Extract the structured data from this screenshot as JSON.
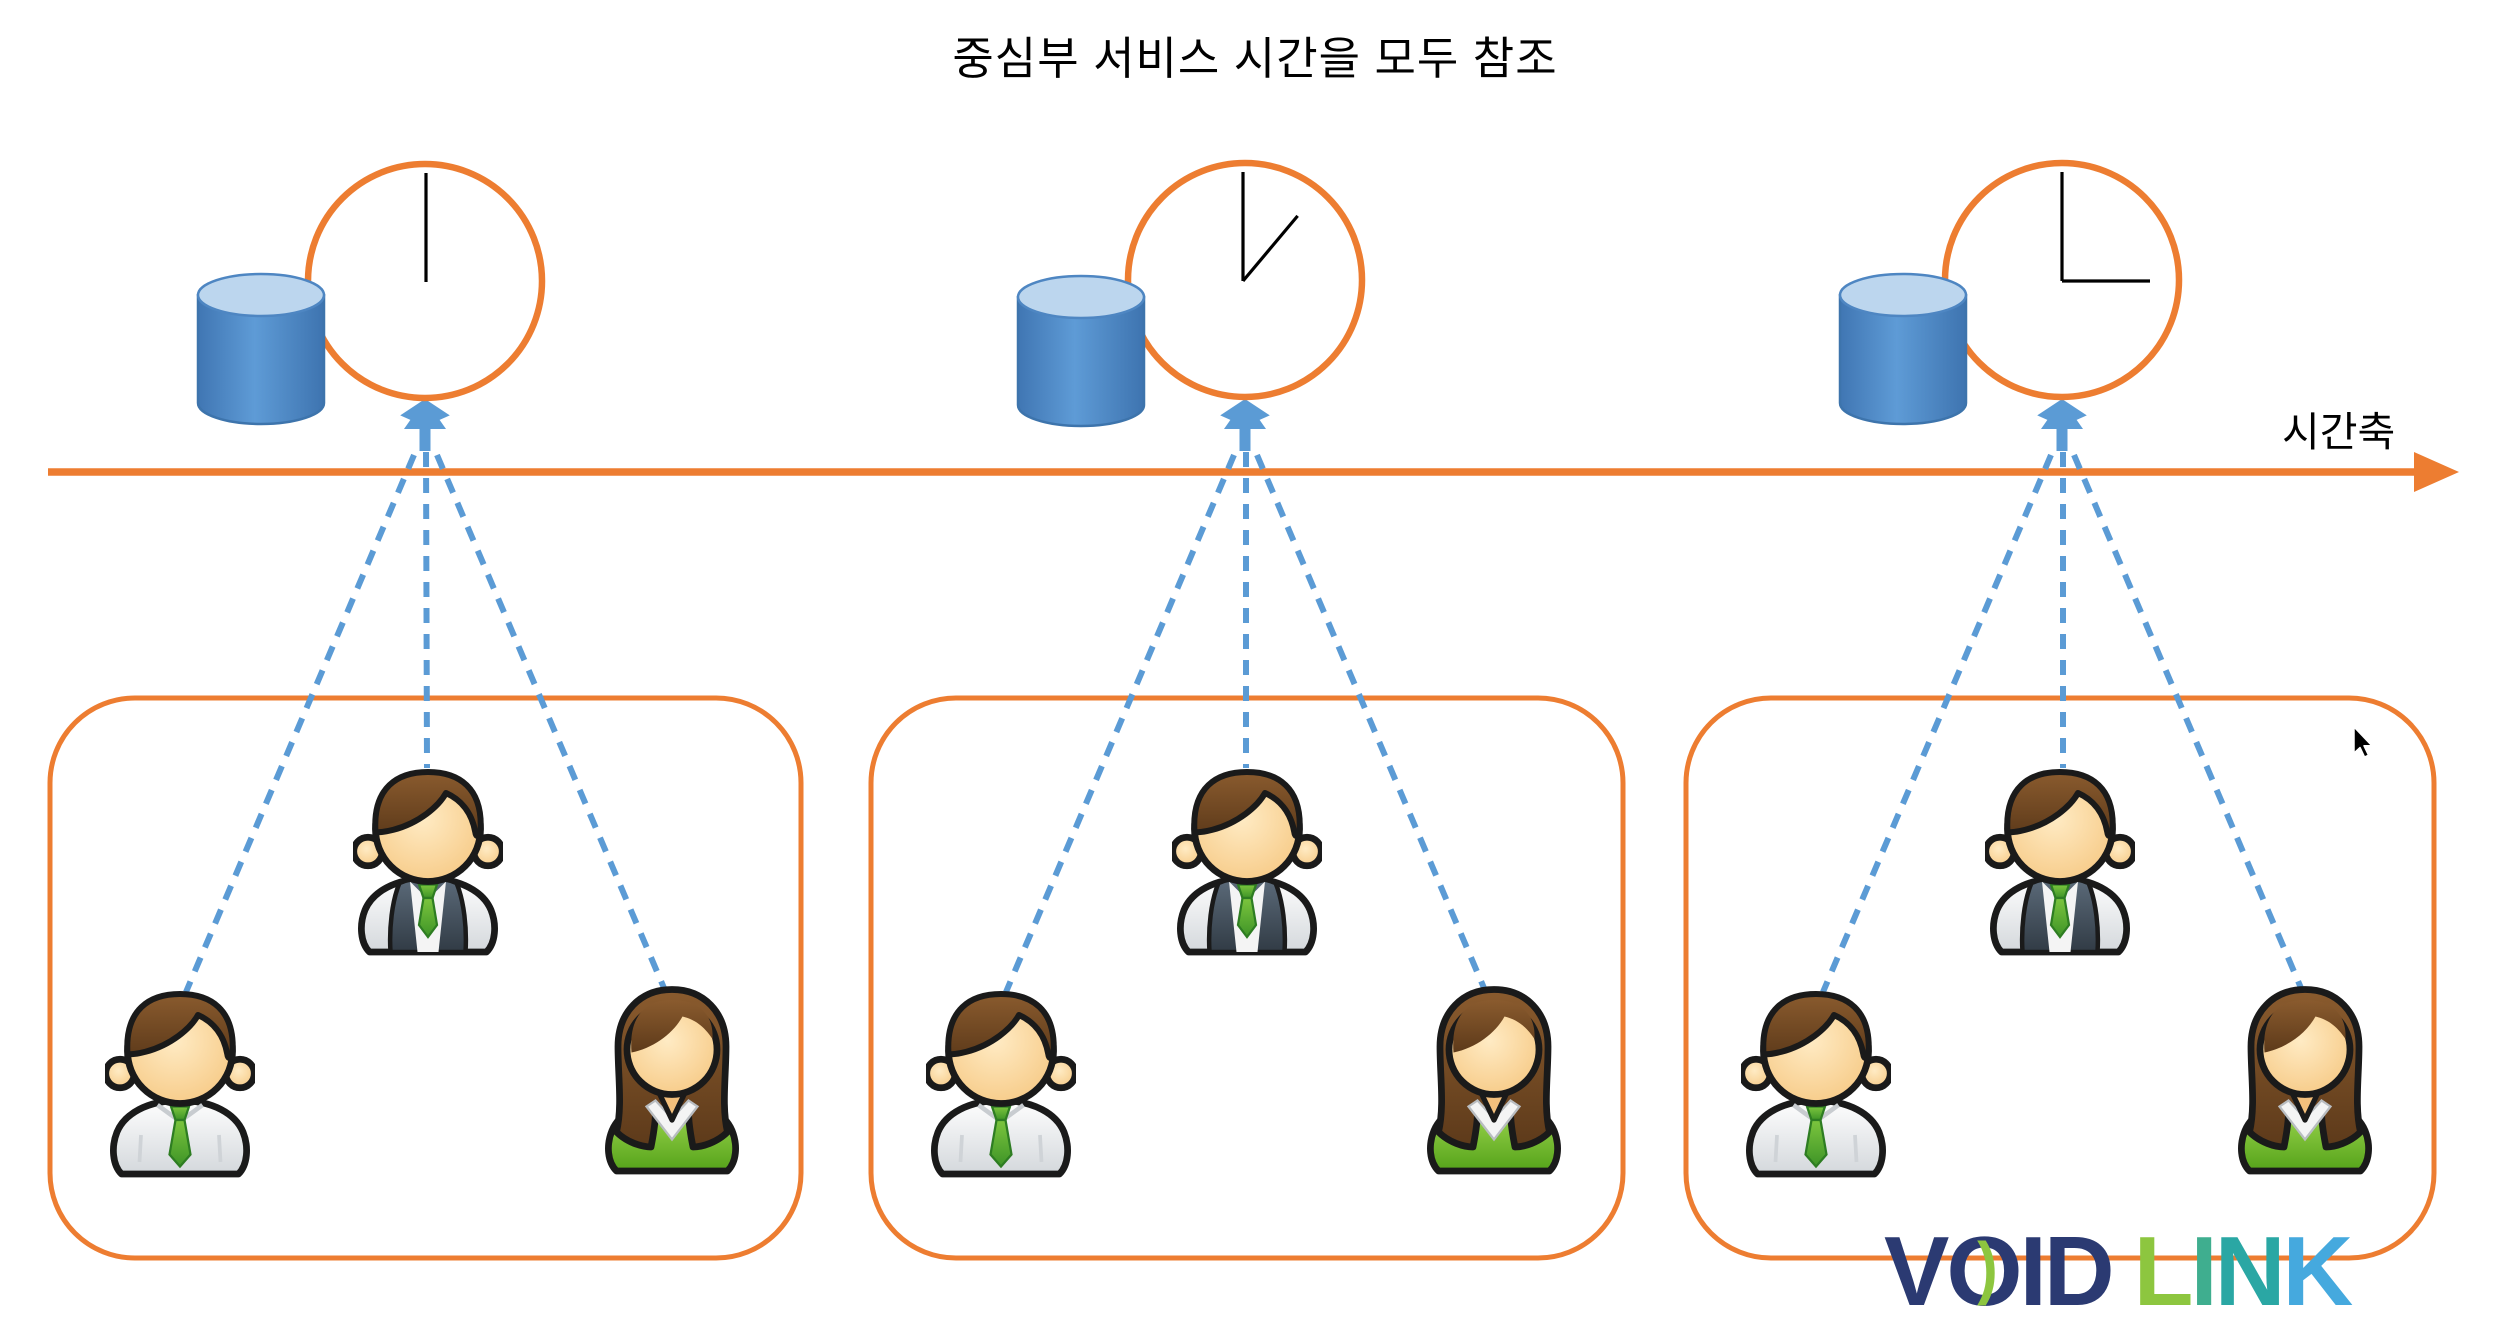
{
  "title": "중심부 서비스 시간을 모두 참조",
  "timeline": {
    "label": "시간축"
  },
  "colors": {
    "orange": "#ED7D31",
    "blue": "#5B9BD5",
    "cylinder_body": "#4C89C7",
    "cylinder_top": "#BCD6EE",
    "logo_navy": "#2B3A72",
    "logo_green": "#8DC63F",
    "logo_teal_green": "#3FAE8F",
    "logo_teal": "#2AA7A4",
    "logo_sky": "#45A9DE"
  },
  "clocks": [
    {
      "name": "clock-1",
      "time_shown": "12:00",
      "hands": [
        {
          "angle": 0,
          "len": 109
        }
      ]
    },
    {
      "name": "clock-2",
      "time_shown": "1:20",
      "hands": [
        {
          "angle": 0,
          "len": 109
        },
        {
          "angle": 40,
          "len": 85
        }
      ]
    },
    {
      "name": "clock-3",
      "time_shown": "3:00",
      "hands": [
        {
          "angle": 0,
          "len": 109
        },
        {
          "angle": 90,
          "len": 88
        }
      ]
    }
  ],
  "groups": [
    {
      "members": [
        "person-vest-icon",
        "person-tie-icon",
        "person-female-icon"
      ]
    },
    {
      "members": [
        "person-vest-icon",
        "person-tie-icon",
        "person-female-icon"
      ]
    },
    {
      "members": [
        "person-vest-icon",
        "person-tie-icon",
        "person-female-icon"
      ]
    }
  ],
  "logo": {
    "word1_letters": [
      "V",
      "O",
      "I",
      "D"
    ],
    "word2_letters": [
      "L",
      "I",
      "N",
      "K"
    ]
  }
}
